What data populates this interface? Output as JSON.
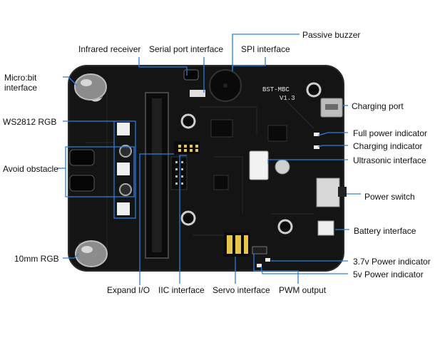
{
  "board": {
    "model_text": "BST-MBC",
    "version_text": "V1.3",
    "colors": {
      "pcb": "#141414",
      "pcb_edge": "#2a2a2a",
      "silk": "#e6e6e6",
      "callout": "#2b7de0",
      "header": "#0b0b0b",
      "pin": "#e9c44a"
    }
  },
  "labels": {
    "infrared_receiver": "Infrared receiver",
    "serial_port": "Serial port interface",
    "spi": "SPI interface",
    "passive_buzzer": "Passive buzzer",
    "microbit": "Micro:bit interface",
    "ws2812": "WS2812 RGB",
    "avoid_obstacle": "Avoid obstacle",
    "rgb_10mm": "10mm RGB",
    "expand_io": "Expand I/O",
    "iic": "IIC interface",
    "servo": "Servo interface",
    "pwm": "PWM output",
    "charging_port": "Charging port",
    "full_power": "Full power indicator",
    "charging_indicator": "Charging indicator",
    "ultrasonic": "Ultrasonic interface",
    "power_switch": "Power switch",
    "battery": "Battery interface",
    "power_37v": "3.7v Power indicator",
    "power_5v": "5v Power indicator"
  }
}
